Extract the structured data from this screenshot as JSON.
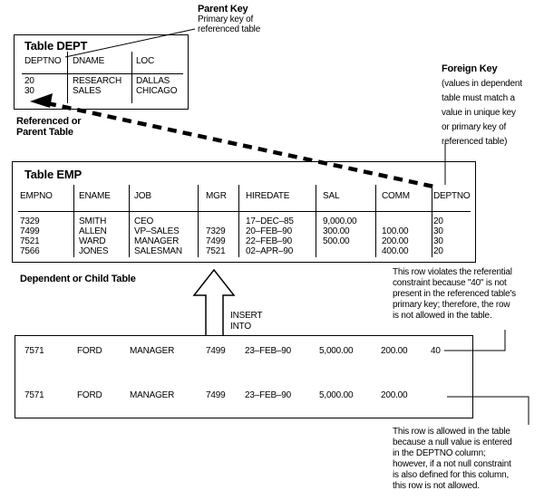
{
  "labels": {
    "parent_key_title": "Parent Key",
    "parent_key_desc": "Primary key of\nreferenced table",
    "foreign_key_title": "Foreign Key",
    "foreign_key_desc": "(values in dependent\ntable must match a\nvalue in unique key\nor primary key of\nreferenced table)",
    "referenced_parent": "Referenced or\nParent Table",
    "dependent_child": "Dependent or Child Table",
    "insert_into": "INSERT\nINTO",
    "violates_note": "This row violates the referential\nconstraint because \"40\" is not\npresent in the referenced table's\nprimary key; therefore, the row\nis not allowed in the table.",
    "allowed_note": "This row is allowed in the table\nbecause a null value is entered\nin the DEPTNO column;\nhowever, if a not null constraint\nis also defined for this column,\nthis row is not allowed."
  },
  "dept_table": {
    "title": "Table DEPT",
    "columns": [
      "DEPTNO",
      "DNAME",
      "LOC"
    ],
    "rows": [
      [
        "20",
        "RESEARCH",
        "DALLAS"
      ],
      [
        "30",
        "SALES",
        "CHICAGO"
      ]
    ]
  },
  "emp_table": {
    "title": "Table EMP",
    "columns": [
      "EMPNO",
      "ENAME",
      "JOB",
      "MGR",
      "HIREDATE",
      "SAL",
      "COMM",
      "DEPTNO"
    ],
    "rows": [
      [
        "7329",
        "SMITH",
        "CEO",
        "",
        "17–DEC–85",
        "9,000.00",
        "",
        "20"
      ],
      [
        "7499",
        "ALLEN",
        "VP–SALES",
        "7329",
        "20–FEB–90",
        "300.00",
        "100.00",
        "30"
      ],
      [
        "7521",
        "WARD",
        "MANAGER",
        "7499",
        "22–FEB–90",
        "500.00",
        "200.00",
        "30"
      ],
      [
        "7566",
        "JONES",
        "SALESMAN",
        "7521",
        "02–APR–90",
        "",
        "400.00",
        "20"
      ]
    ]
  },
  "insert_rows": {
    "rows": [
      [
        "7571",
        "FORD",
        "MANAGER",
        "7499",
        "23–FEB–90",
        "5,000.00",
        "200.00",
        "40"
      ],
      [
        "7571",
        "FORD",
        "MANAGER",
        "7499",
        "23–FEB–90",
        "5,000.00",
        "200.00",
        ""
      ]
    ]
  },
  "colors": {
    "ink": "#000000",
    "background": "#ffffff"
  }
}
